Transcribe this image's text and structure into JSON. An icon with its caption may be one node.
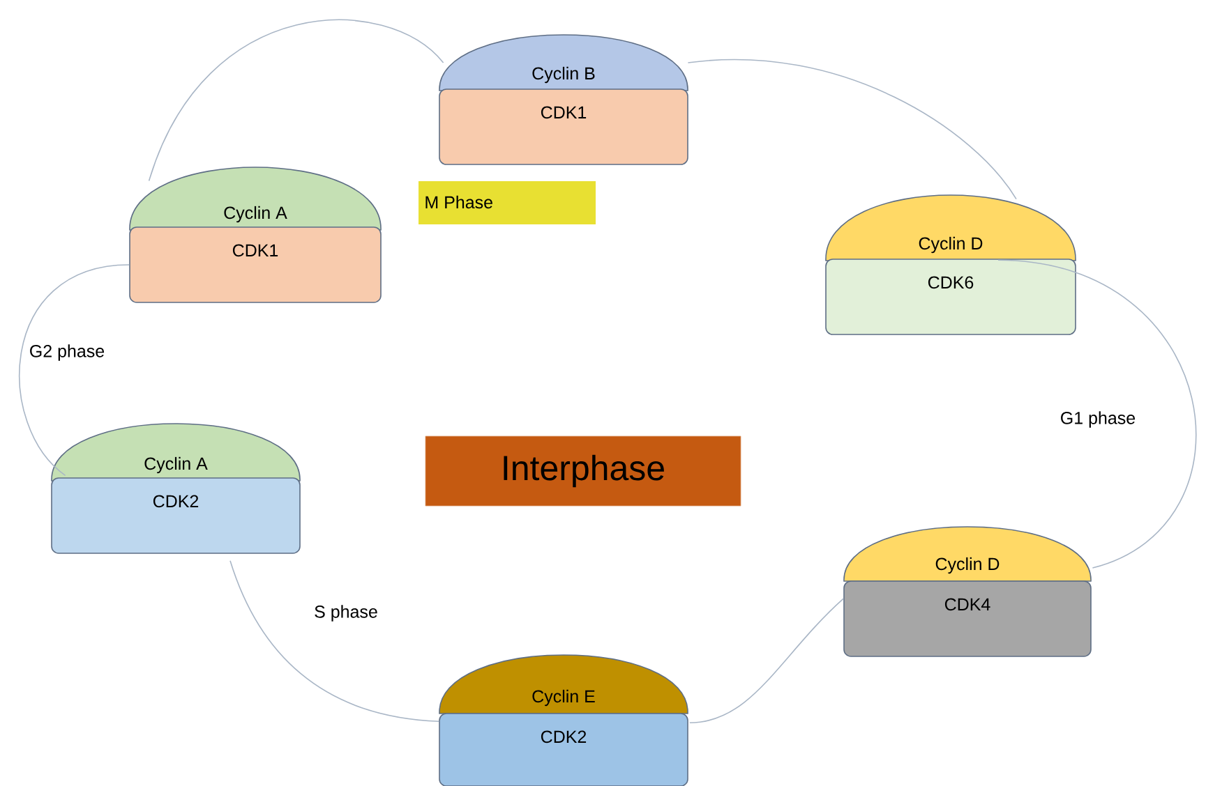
{
  "diagram": {
    "nodes": [
      {
        "text": [
          "Cyclin B"
        ]
      },
      {
        "text": [
          "CDK1"
        ]
      },
      {
        "text": [
          "Cyclin A"
        ]
      },
      {
        "text": [
          "CDK1"
        ]
      },
      {
        "text": [
          "M Phase"
        ]
      },
      {
        "text": [
          "Cyclin D"
        ]
      },
      {
        "text": [
          "CDK6"
        ]
      },
      {
        "text": [
          "Cyclin A"
        ]
      },
      {
        "text": [
          "CDK2"
        ]
      },
      {
        "text": [
          "Interphase"
        ]
      },
      {
        "text": [
          "Cyclin D"
        ]
      },
      {
        "text": [
          "CDK4"
        ]
      },
      {
        "text": [
          "Cyclin E"
        ]
      },
      {
        "text": [
          "CDK2"
        ]
      }
    ],
    "edges": [
      {
        "from": 2,
        "to": 0,
        "arrow": "none"
      },
      {
        "from": 0,
        "to": 5,
        "arrow": "none"
      },
      {
        "from": 6,
        "to": 10,
        "arrow": "none",
        "label": "G1 phase"
      },
      {
        "from": 11,
        "to": 13,
        "arrow": "none"
      },
      {
        "from": 13,
        "to": 8,
        "arrow": "none",
        "label": "S phase"
      },
      {
        "from": 3,
        "to": 7,
        "arrow": "none",
        "label": "G2 phase"
      }
    ]
  }
}
